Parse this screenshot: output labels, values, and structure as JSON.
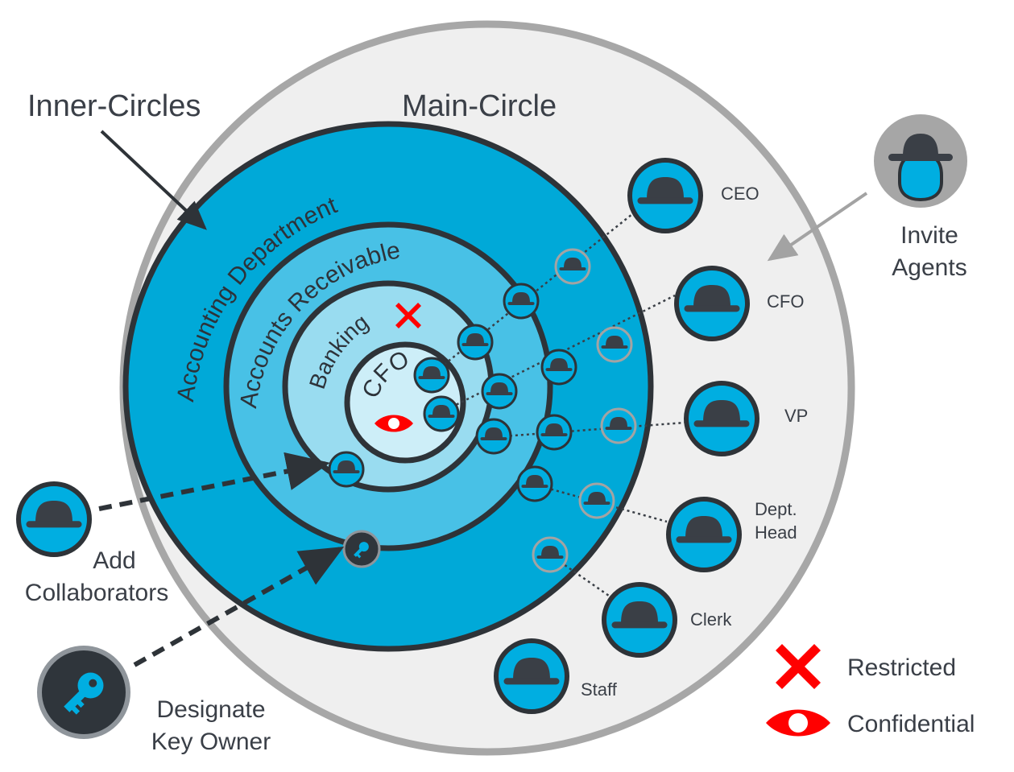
{
  "labels": {
    "inner_circles": "Inner-Circles",
    "main_circle": "Main-Circle",
    "invite_agents_line1": "Invite",
    "invite_agents_line2": "Agents",
    "add_collaborators_line1": "Add",
    "add_collaborators_line2": "Collaborators",
    "designate_key_owner_line1": "Designate",
    "designate_key_owner_line2": "Key Owner"
  },
  "rings": {
    "accounting_department": "Accounting Department",
    "accounts_receivable": "Accounts Receivable",
    "banking": "Banking",
    "cfo": "CFO"
  },
  "roles": {
    "ceo": "CEO",
    "cfo": "CFO",
    "vp": "VP",
    "dept_head_line1": "Dept.",
    "dept_head_line2": "Head",
    "clerk": "Clerk",
    "staff": "Staff"
  },
  "legend": {
    "restricted": "Restricted",
    "confidential": "Confidential"
  },
  "colors": {
    "main_circle_fill": "#efefef",
    "main_circle_stroke": "#a7a7a7",
    "ring_dark": "#00a9d8",
    "ring_medium": "#48c1e6",
    "ring_light": "#99dcf0",
    "ring_core": "#cdeef8",
    "ring_stroke": "#2e3338",
    "avatar_fill": "#00aee1",
    "hat_fill": "#3a3f46",
    "restricted_red": "#ff0000",
    "key_owner_fill": "#2f353b"
  },
  "icons": {
    "agent": "bowler-hat-icon",
    "restricted": "red-x-icon",
    "confidential": "eye-icon",
    "key": "key-icon"
  }
}
